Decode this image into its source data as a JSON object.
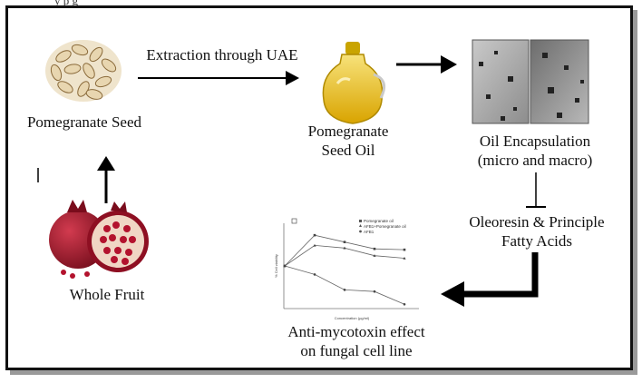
{
  "top_partial_text": "y                        p              g",
  "nodes": {
    "seed": "Pomegranate Seed",
    "oil_line1": "Pomegranate",
    "oil_line2": "Seed Oil",
    "encap_line1": "Oil Encapsulation",
    "encap_line2": "(micro and macro)",
    "oleo_line1": "Oleoresin & Principle",
    "oleo_line2": "Fatty Acids",
    "fruit": "Whole Fruit",
    "anti_line1": "Anti-mycotoxin effect",
    "anti_line2": "on fungal cell line"
  },
  "edges": {
    "uae": "Extraction through UAE"
  },
  "icons": [
    "seeds-icon",
    "oil-jar-icon",
    "micrograph-images",
    "pomegranate-fruit-icon"
  ],
  "colors": {
    "border": "#111111",
    "shadow": "#9a9a9a",
    "fruit": "#a8132a",
    "oil": "#e6b80c"
  },
  "inset_chart": {
    "xlabel": "Concentration (µg/ml)",
    "ylabel": "% Cell viability",
    "legend": [
      "Pomegranate oil",
      "AFB1+Pomegranate oil",
      "AFB1"
    ],
    "chart_data": {
      "type": "line",
      "x": [
        1,
        2,
        3,
        4,
        5
      ],
      "series": [
        {
          "name": "Pomegranate oil",
          "values": [
            50,
            86,
            78,
            70,
            69
          ]
        },
        {
          "name": "AFB1+Pomegranate oil",
          "values": [
            50,
            74,
            71,
            62,
            59
          ]
        },
        {
          "name": "AFB1",
          "values": [
            50,
            40,
            22,
            20,
            5
          ]
        }
      ],
      "ylim": [
        0,
        100
      ]
    }
  }
}
